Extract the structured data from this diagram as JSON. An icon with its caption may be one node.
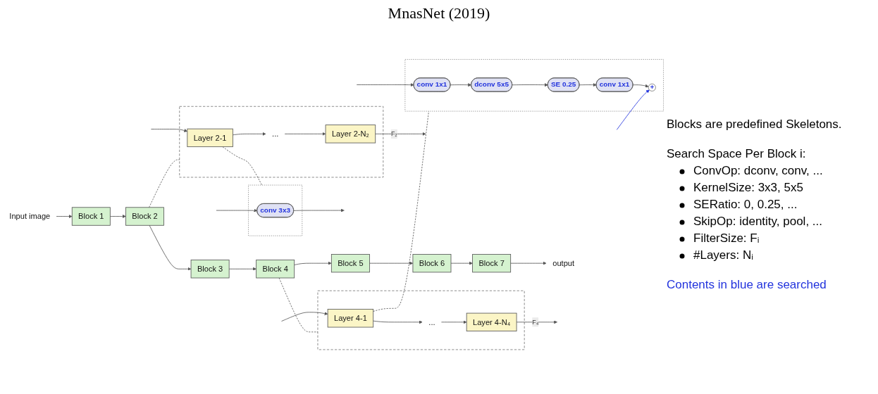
{
  "diagram": {
    "title": "MnasNet (2019)",
    "nodes": [
      {
        "text": [
          "Input image"
        ]
      },
      {
        "text": [
          "Block 1"
        ]
      },
      {
        "text": [
          "Block 2"
        ]
      },
      {
        "text": [
          "Block 3"
        ]
      },
      {
        "text": [
          "Block 4"
        ]
      },
      {
        "text": [
          "Block 5"
        ]
      },
      {
        "text": [
          "Block 6"
        ]
      },
      {
        "text": [
          "Block 7"
        ]
      },
      {
        "text": [
          "output"
        ]
      },
      {
        "text": [],
        "shape": "box"
      },
      {
        "text": [
          "Layer 2-1"
        ],
        "in": 9
      },
      {
        "text": [
          "..."
        ],
        "in": 9
      },
      {
        "text": [
          "Layer 2-N₂"
        ],
        "in": 9
      },
      {
        "text": [],
        "shape": "box"
      },
      {
        "text": [
          "Layer 4-1"
        ],
        "in": 13
      },
      {
        "text": [
          "..."
        ],
        "in": 13
      },
      {
        "text": [
          "Layer 4-N₄"
        ],
        "in": 13
      },
      {
        "text": [],
        "shape": "box"
      },
      {
        "text": [
          "conv 3x3"
        ],
        "in": 17
      },
      {
        "text": [],
        "shape": "box"
      },
      {
        "text": [
          "conv 1x1"
        ],
        "in": 19
      },
      {
        "text": [
          "dconv 5x5"
        ],
        "in": 19
      },
      {
        "text": [
          "SE 0.25"
        ],
        "in": 19
      },
      {
        "text": [
          "conv 1x1"
        ],
        "in": 19
      },
      {
        "text": [
          "+"
        ],
        "in": 19
      }
    ],
    "edges": [
      {
        "from": 0,
        "to": 1,
        "arrow": "to"
      },
      {
        "from": 1,
        "to": 2,
        "arrow": "to"
      },
      {
        "from": 2,
        "to": 3,
        "arrow": "to"
      },
      {
        "from": 3,
        "to": 4,
        "arrow": "to"
      },
      {
        "from": 4,
        "to": 5,
        "arrow": "to"
      },
      {
        "from": 5,
        "to": 6,
        "arrow": "to"
      },
      {
        "from": 6,
        "to": 7,
        "arrow": "to"
      },
      {
        "from": 7,
        "to": 8,
        "arrow": "to"
      },
      {
        "from": 2,
        "to": 9,
        "arrow": "none",
        "style": "dashed"
      },
      {
        "from": null,
        "to": 10,
        "arrow": "to"
      },
      {
        "from": 10,
        "to": 11,
        "arrow": "to"
      },
      {
        "from": 11,
        "to": 12,
        "arrow": "to"
      },
      {
        "from": 12,
        "to": null,
        "arrow": "to",
        "label": "F₂"
      },
      {
        "from": 4,
        "to": 13,
        "arrow": "none",
        "style": "dashed"
      },
      {
        "from": null,
        "to": 14,
        "arrow": "to"
      },
      {
        "from": 14,
        "to": 15,
        "arrow": "to"
      },
      {
        "from": 15,
        "to": 16,
        "arrow": "to"
      },
      {
        "from": 16,
        "to": null,
        "arrow": "to",
        "label": "F₄"
      },
      {
        "from": 10,
        "to": 17,
        "arrow": "none",
        "style": "dashed"
      },
      {
        "from": null,
        "to": 18,
        "arrow": "to"
      },
      {
        "from": 18,
        "to": null,
        "arrow": "to"
      },
      {
        "from": 14,
        "to": 19,
        "arrow": "none",
        "style": "dashed"
      },
      {
        "from": null,
        "to": 20,
        "arrow": "to"
      },
      {
        "from": 20,
        "to": 21,
        "arrow": "to"
      },
      {
        "from": 21,
        "to": 22,
        "arrow": "to"
      },
      {
        "from": 22,
        "to": 23,
        "arrow": "to"
      },
      {
        "from": 23,
        "to": 24,
        "arrow": "to"
      },
      {
        "from": null,
        "to": 24,
        "arrow": "to",
        "color": "#2233dd"
      }
    ],
    "labels": [
      "Blocks are predefined Skeletons.",
      "Search Space Per Block i:",
      "ConvOp: dconv, conv, ...",
      "KernelSize: 3x3, 5x5",
      "SERatio: 0, 0.25, ...",
      "SkipOp: identity, pool, ...",
      "FilterSize: Fᵢ",
      "#Layers: Nᵢ",
      "Contents in blue are searched"
    ]
  }
}
